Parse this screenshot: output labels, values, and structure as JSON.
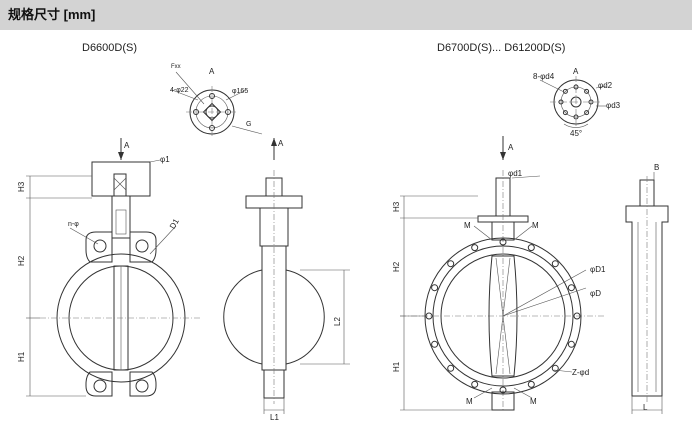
{
  "header": {
    "title": "规格尺寸 [mm]"
  },
  "left_model": {
    "title": "D6600D(S)",
    "flange_view": {
      "view": "A",
      "fxx": "Fxx",
      "bolt": "4-φ22",
      "pcd": "φ165",
      "g": "G"
    },
    "labels": {
      "arrow_a1": "A",
      "arrow_a2": "A",
      "phi1": "φ1",
      "n_phi": "n-φ",
      "d1": "D1",
      "h1": "H1",
      "h2": "H2",
      "h3": "H3",
      "l1": "L1",
      "l2": "L2"
    }
  },
  "right_model": {
    "title": "D6700D(S)... D61200D(S)",
    "flange_view": {
      "view": "A",
      "bolt": "8-φd4",
      "d2": "φd2",
      "d3": "φd3",
      "angle": "45°"
    },
    "labels": {
      "arrow_a": "A",
      "d1_small": "φd1",
      "m1": "M",
      "m2": "M",
      "m3": "M",
      "m4": "M",
      "big_d1": "φD1",
      "big_d": "φD",
      "zd": "Z-φd",
      "h1": "H1",
      "h2": "H2",
      "h3": "H3",
      "b": "B",
      "l": "L"
    }
  }
}
